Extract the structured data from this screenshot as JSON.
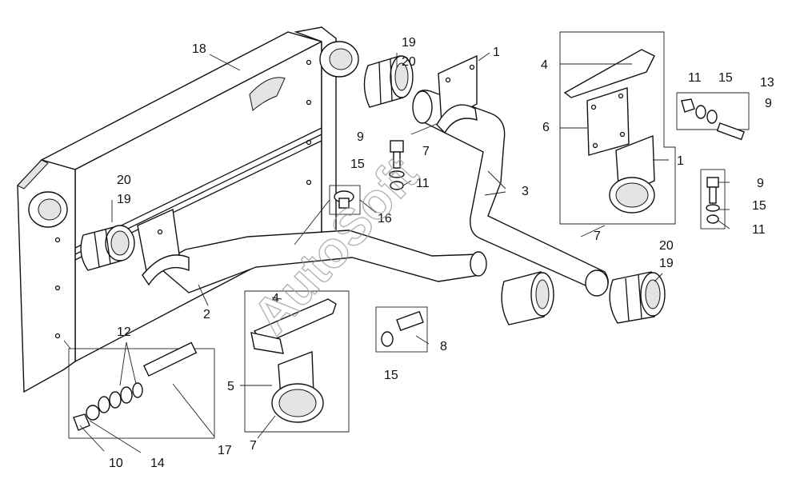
{
  "watermark": "AutoSoft",
  "callouts": [
    {
      "id": "c18",
      "text": "18"
    },
    {
      "id": "c19a",
      "text": "19"
    },
    {
      "id": "c20a",
      "text": "20"
    },
    {
      "id": "c1a",
      "text": "1"
    },
    {
      "id": "c4a",
      "text": "4"
    },
    {
      "id": "c11a",
      "text": "11"
    },
    {
      "id": "c15a",
      "text": "15"
    },
    {
      "id": "c13",
      "text": "13"
    },
    {
      "id": "c9a",
      "text": "9"
    },
    {
      "id": "c6",
      "text": "6"
    },
    {
      "id": "c1b",
      "text": "1"
    },
    {
      "id": "c9b",
      "text": "9"
    },
    {
      "id": "c15b",
      "text": "15"
    },
    {
      "id": "c11b",
      "text": "11"
    },
    {
      "id": "c7a",
      "text": "7"
    },
    {
      "id": "c9c",
      "text": "9"
    },
    {
      "id": "c15c",
      "text": "15"
    },
    {
      "id": "c11c",
      "text": "11"
    },
    {
      "id": "c3",
      "text": "3"
    },
    {
      "id": "c20b",
      "text": "20"
    },
    {
      "id": "c19b",
      "text": "19"
    },
    {
      "id": "c16",
      "text": "16"
    },
    {
      "id": "c20c",
      "text": "20"
    },
    {
      "id": "c19c",
      "text": "19"
    },
    {
      "id": "c7b",
      "text": "7"
    },
    {
      "id": "c2",
      "text": "2"
    },
    {
      "id": "c4b",
      "text": "4"
    },
    {
      "id": "c8",
      "text": "8"
    },
    {
      "id": "c15d",
      "text": "15"
    },
    {
      "id": "c12",
      "text": "12"
    },
    {
      "id": "c5",
      "text": "5"
    },
    {
      "id": "c7c",
      "text": "7"
    },
    {
      "id": "c10",
      "text": "10"
    },
    {
      "id": "c14",
      "text": "14"
    },
    {
      "id": "c17",
      "text": "17"
    }
  ]
}
